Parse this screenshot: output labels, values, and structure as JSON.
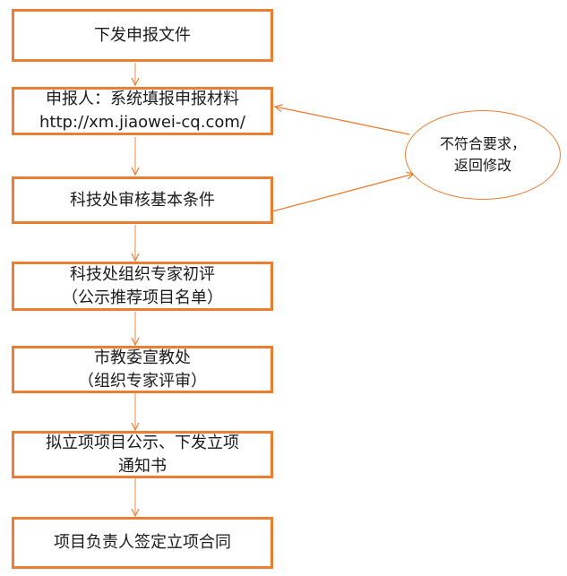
{
  "steps": [
    {
      "lines": [
        "下发申报文件"
      ]
    },
    {
      "lines": [
        "申报人：系统填报申报材料",
        "http://xm.jiaowei-cq.com/"
      ]
    },
    {
      "lines": [
        "科技处审核基本条件"
      ]
    },
    {
      "lines": [
        "科技处组织专家初评",
        "（公示推荐项目名单）"
      ]
    },
    {
      "lines": [
        "市教委宣教处",
        "（组织专家评审）"
      ]
    },
    {
      "lines": [
        "拟立项项目公示、下发立项",
        "通知书"
      ]
    },
    {
      "lines": [
        "项目负责人签定立项合同"
      ]
    }
  ],
  "feedback": {
    "lines": [
      "不符合要求，",
      "返回修改"
    ]
  },
  "colors": {
    "accent": "#ED7D31"
  }
}
